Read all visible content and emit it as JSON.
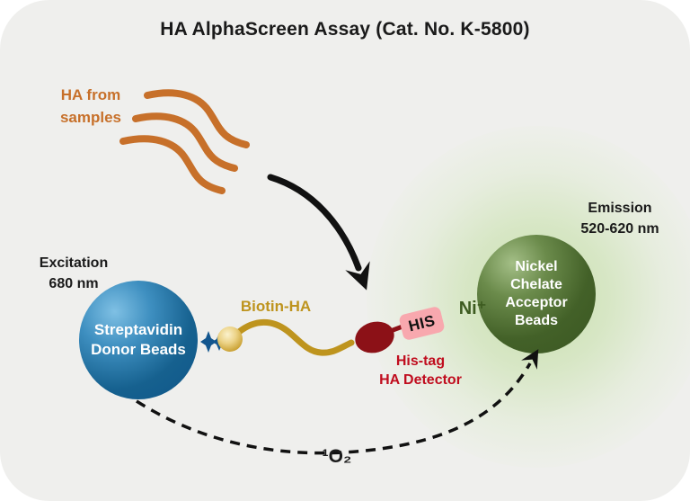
{
  "title": "HA AlphaScreen Assay (Cat. No. K-5800)",
  "sample": {
    "line1": "HA from",
    "line2": "samples"
  },
  "excitation": {
    "line1": "Excitation",
    "line2": "680 nm"
  },
  "donor_bead": {
    "line1": "Streptavidin",
    "line2": "Donor Beads"
  },
  "biotin_label": "Biotin-HA",
  "his_badge": "HIS",
  "nickel_ion": "Ni⁺",
  "detector": {
    "line1": "His-tag",
    "line2": "HA Detector"
  },
  "acceptor_bead": {
    "line1": "Nickel",
    "line2": "Chelate",
    "line3": "Acceptor",
    "line4": "Beads"
  },
  "emission": {
    "line1": "Emission",
    "line2": "520-620 nm"
  },
  "singlet_oxygen": "¹O₂",
  "colors": {
    "background": "#EFEFED",
    "strand_orange": "#C7702A",
    "biotin_gold": "#BE941E",
    "donor_blue": "#15608E",
    "acceptor_green": "#42602A",
    "detector_red": "#8C1117",
    "label_red": "#C00D1E",
    "his_pink": "#F8A8AE",
    "glow_green": "#CDE2B4",
    "ink": "#1A1A1A"
  }
}
